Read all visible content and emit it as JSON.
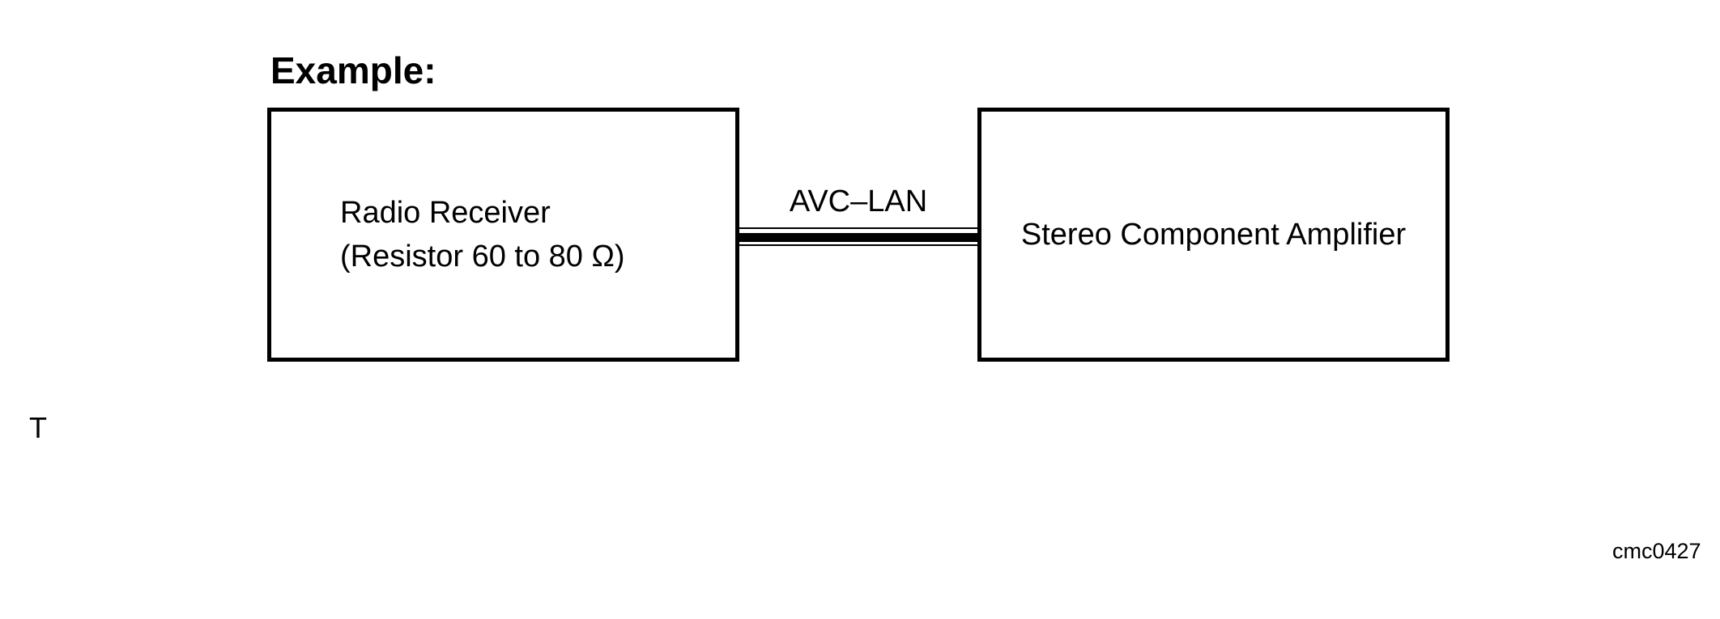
{
  "page": {
    "heading": "Example:",
    "stray_text": "T",
    "figure_code": "cmc0427"
  },
  "diagram": {
    "left_box": {
      "lines": [
        "Radio Receiver",
        "(Resistor 60 to 80 Ω)"
      ]
    },
    "right_box": {
      "label": "Stereo Component Amplifier"
    },
    "connector": {
      "label": "AVC–LAN",
      "style": "thin-thick-thin bus"
    }
  },
  "colors": {
    "ink": "#000000",
    "background": "#ffffff"
  }
}
